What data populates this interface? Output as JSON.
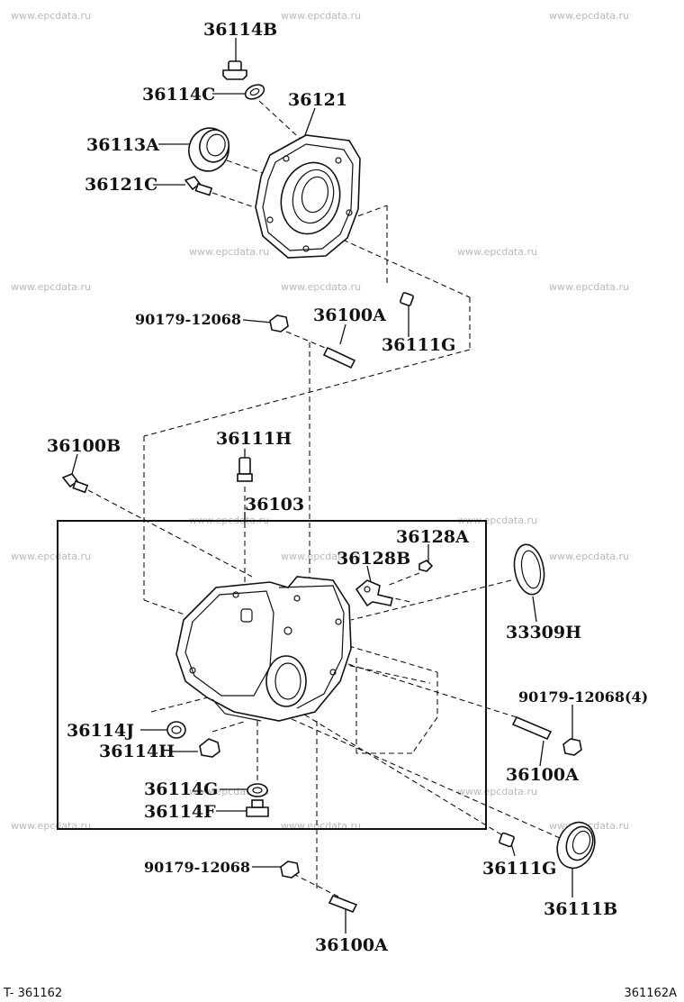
{
  "watermark": "www.epcdata.ru",
  "footer": {
    "left": "T- 361162",
    "right": "361162A"
  },
  "labels": {
    "p36114B": "36114B",
    "p36114C": "36114C",
    "p36121": "36121",
    "p36113A": "36113A",
    "p36121C": "36121C",
    "p90179_top": "90179-12068",
    "p36100A_top": "36100A",
    "p36111G_top": "36111G",
    "p36100B": "36100B",
    "p36111H": "36111H",
    "p36103": "36103",
    "p36128A": "36128A",
    "p36128B": "36128B",
    "p33309H": "33309H",
    "p90179_right": "90179-12068(4)",
    "p36114J": "36114J",
    "p36114H": "36114H",
    "p36100A_right": "36100A",
    "p36114G": "36114G",
    "p36114F": "36114F",
    "p90179_bottom": "90179-12068",
    "p36111G_bottom": "36111G",
    "p36111B": "36111B",
    "p36100A_bottom": "36100A"
  }
}
